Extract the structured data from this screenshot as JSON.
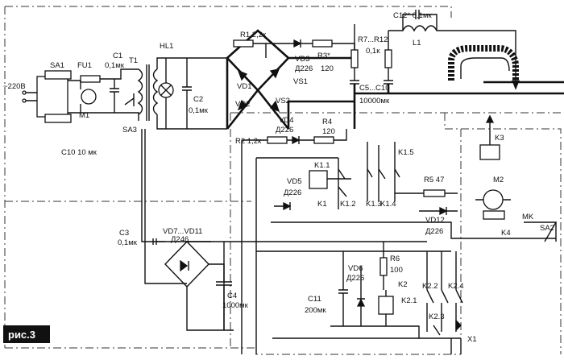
{
  "caption": "рис.3",
  "input_voltage": "~220В",
  "labels": {
    "SA1": "SA1",
    "FU1": "FU1",
    "C1": "C1",
    "C1v": "0,1мк",
    "M1": "M1",
    "SA3": "SA3",
    "T1": "T1",
    "HL1": "HL1",
    "C2": "C2",
    "C2v": "0,1мк",
    "R1": "R1 2,2к",
    "VD1": "VD1",
    "VD2": "VD2",
    "VD3": "VD3",
    "VD3t": "Д226",
    "R3": "R3*",
    "R3v": "120",
    "VS1": "VS1",
    "VS2": "VS2",
    "R7": "R7...R12",
    "R7v": "0,1к",
    "C12": "C12* 0,1мк",
    "L1": "L1",
    "C5": "C5...C10",
    "C5v": "10000мк",
    "R2": "R2 1,2к",
    "VD4": "VD4",
    "VD4t": "Д226",
    "R4": "R4",
    "R4v": "120",
    "C10": "C10 10 мк",
    "K11": "K1.1",
    "K15": "K1.5",
    "K3": "K3",
    "M2": "M2",
    "R5": "R5 47",
    "VD5": "VD5",
    "VD5t": "Д226",
    "K1": "K1",
    "K12": "K1.2",
    "K13": "K1.3",
    "K14": "K1.4",
    "VD12": "VD12",
    "VD12t": "Д226",
    "MK": "MK",
    "SA2": "SA2",
    "K4": "K4",
    "C3": "C3",
    "C3v": "0,1мк",
    "VD7": "VD7...VD11",
    "VD7t": "Д246",
    "C4": "C4",
    "C4v": "1000мк",
    "VD6": "VD6",
    "VD6t": "Д226",
    "R6": "R6",
    "R6v": "100",
    "C11": "C11",
    "C11v": "200мк",
    "K2": "K2",
    "K22": "K2.2",
    "K24": "K2.4",
    "K21": "K2.1",
    "K23": "K2.3",
    "X1": "X1"
  }
}
